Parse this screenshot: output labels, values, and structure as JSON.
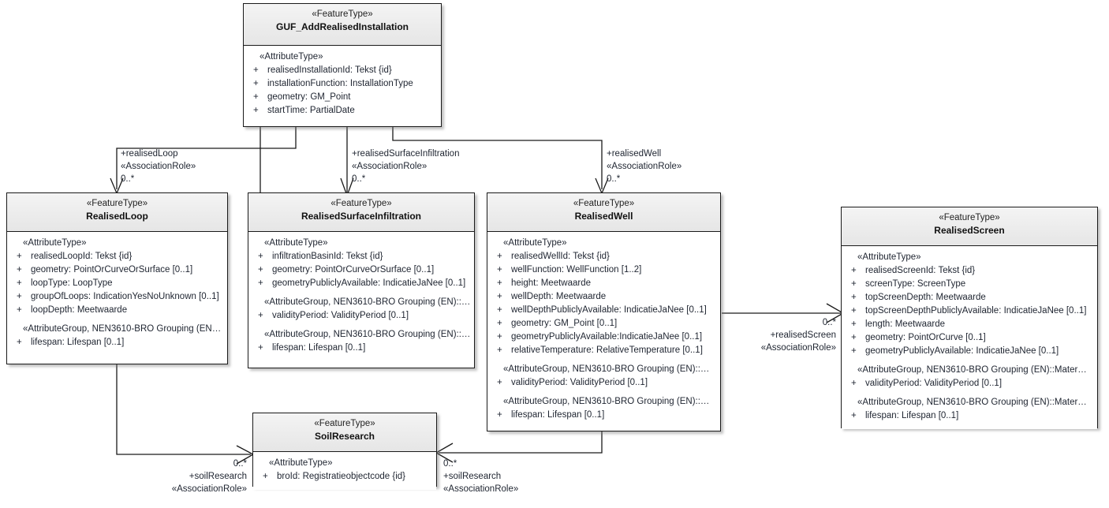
{
  "diagram": {
    "type": "uml-class-diagram",
    "title": "GUF_AddRealisedInstallation",
    "stereotype_feature": "«FeatureType»",
    "stereotype_attribute": "«AttributeType»",
    "stereotype_association": "«AssociationRole»",
    "visibility_public": "+"
  },
  "classes": [
    {
      "id": "guf-add-realised-installation",
      "stereotype": "«FeatureType»",
      "name": "GUF_AddRealisedInstallation",
      "groups": [
        {
          "label": "«AttributeType»",
          "attributes": [
            "realisedInstallationId: Tekst {id}",
            "installationFunction: InstallationType",
            "geometry: GM_Point",
            "startTime: PartialDate"
          ]
        }
      ]
    },
    {
      "id": "realised-loop",
      "stereotype": "«FeatureType»",
      "name": "RealisedLoop",
      "groups": [
        {
          "label": "«AttributeType»",
          "attributes": [
            "realisedLoopId: Tekst {id}",
            "geometry: PointOrCurveOrSurface [0..1]",
            "loopType: LoopType",
            "groupOfLoops: IndicationYesNoUnknown [0..1]",
            "loopDepth: Meetwaarde"
          ]
        },
        {
          "label": "«AttributeGroup, NEN3610-BRO Grouping (EN…",
          "attributes": [
            "lifespan: Lifespan [0..1]"
          ]
        }
      ]
    },
    {
      "id": "realised-surface-infiltration",
      "stereotype": "«FeatureType»",
      "name": "RealisedSurfaceInfiltration",
      "groups": [
        {
          "label": "«AttributeType»",
          "attributes": [
            "infiltrationBasinId: Tekst {id}",
            "geometry: PointOrCurveOrSurface [0..1]",
            "geometryPubliclyAvailable: IndicatieJaNee [0..1]"
          ]
        },
        {
          "label": "«AttributeGroup, NEN3610-BRO Grouping (EN)::…",
          "attributes": [
            "validityPeriod: ValidityPeriod [0..1]"
          ]
        },
        {
          "label": "«AttributeGroup, NEN3610-BRO Grouping (EN)::…",
          "attributes": [
            "lifespan: Lifespan [0..1]"
          ]
        }
      ]
    },
    {
      "id": "realised-well",
      "stereotype": "«FeatureType»",
      "name": "RealisedWell",
      "groups": [
        {
          "label": "«AttributeType»",
          "attributes": [
            "realisedWellId: Tekst {id}",
            "wellFunction: WellFunction [1..2]",
            "height: Meetwaarde",
            "wellDepth: Meetwaarde",
            "wellDepthPubliclyAvailable: IndicatieJaNee [0..1]",
            "geometry: GM_Point [0..1]",
            "geometryPubliclyAvailable:IndicatieJaNee [0..1]",
            "relativeTemperature: RelativeTemperature [0..1]"
          ]
        },
        {
          "label": "«AttributeGroup, NEN3610-BRO Grouping (EN)::…",
          "attributes": [
            "validityPeriod: ValidityPeriod [0..1]"
          ]
        },
        {
          "label": "«AttributeGroup, NEN3610-BRO Grouping (EN)::…",
          "attributes": [
            "lifespan: Lifespan [0..1]"
          ]
        }
      ]
    },
    {
      "id": "realised-screen",
      "stereotype": "«FeatureType»",
      "name": "RealisedScreen",
      "groups": [
        {
          "label": "«AttributeType»",
          "attributes": [
            "realisedScreenId: Tekst {id}",
            "screenType: ScreenType",
            "topScreenDepth: Meetwaarde",
            "topScreenDepthPubliclyAvailable: IndicatieJaNee [0..1]",
            "length: Meetwaarde",
            "geometry: PointOrCurve [0..1]",
            "geometryPubliclyAvailable: IndicatieJaNee [0..1]"
          ]
        },
        {
          "label": "«AttributeGroup, NEN3610-BRO Grouping (EN)::Mater…",
          "attributes": [
            "validityPeriod: ValidityPeriod [0..1]"
          ]
        },
        {
          "label": "«AttributeGroup, NEN3610-BRO Grouping (EN)::Mater…",
          "attributes": [
            "lifespan: Lifespan [0..1]"
          ]
        }
      ]
    },
    {
      "id": "soil-research",
      "stereotype": "«FeatureType»",
      "name": "SoilResearch",
      "groups": [
        {
          "label": "«AttributeType»",
          "attributes": [
            "broId: Registratieobjectcode {id}"
          ]
        }
      ]
    }
  ],
  "associations": [
    {
      "id": "assoc-realised-loop",
      "role": "+realisedLoop",
      "stereotype": "«AssociationRole»",
      "multiplicity": "0..*",
      "from": "GUF_AddRealisedInstallation",
      "to": "RealisedLoop"
    },
    {
      "id": "assoc-realised-surface-infiltration",
      "role": "+realisedSurfaceInfiltration",
      "stereotype": "«AssociationRole»",
      "multiplicity": "0..*",
      "from": "GUF_AddRealisedInstallation",
      "to": "RealisedSurfaceInfiltration"
    },
    {
      "id": "assoc-realised-well",
      "role": "+realisedWell",
      "stereotype": "«AssociationRole»",
      "multiplicity": "0..*",
      "from": "GUF_AddRealisedInstallation",
      "to": "RealisedWell"
    },
    {
      "id": "assoc-realised-screen",
      "role": "+realisedScreen",
      "stereotype": "«AssociationRole»",
      "multiplicity": "0..*",
      "from": "RealisedWell",
      "to": "RealisedScreen"
    },
    {
      "id": "assoc-soil-research-loop",
      "role": "+soilResearch",
      "stereotype": "«AssociationRole»",
      "multiplicity": "0..*",
      "from": "RealisedLoop",
      "to": "SoilResearch"
    },
    {
      "id": "assoc-soil-research-well",
      "role": "+soilResearch",
      "stereotype": "«AssociationRole»",
      "multiplicity": "0..*",
      "from": "RealisedWell",
      "to": "SoilResearch"
    }
  ],
  "colors": {
    "border": "#1a1a1a",
    "header_fill": "#ececec",
    "body_fill": "#ffffff",
    "text": "#1e2430",
    "connector": "#1a1a1a"
  }
}
